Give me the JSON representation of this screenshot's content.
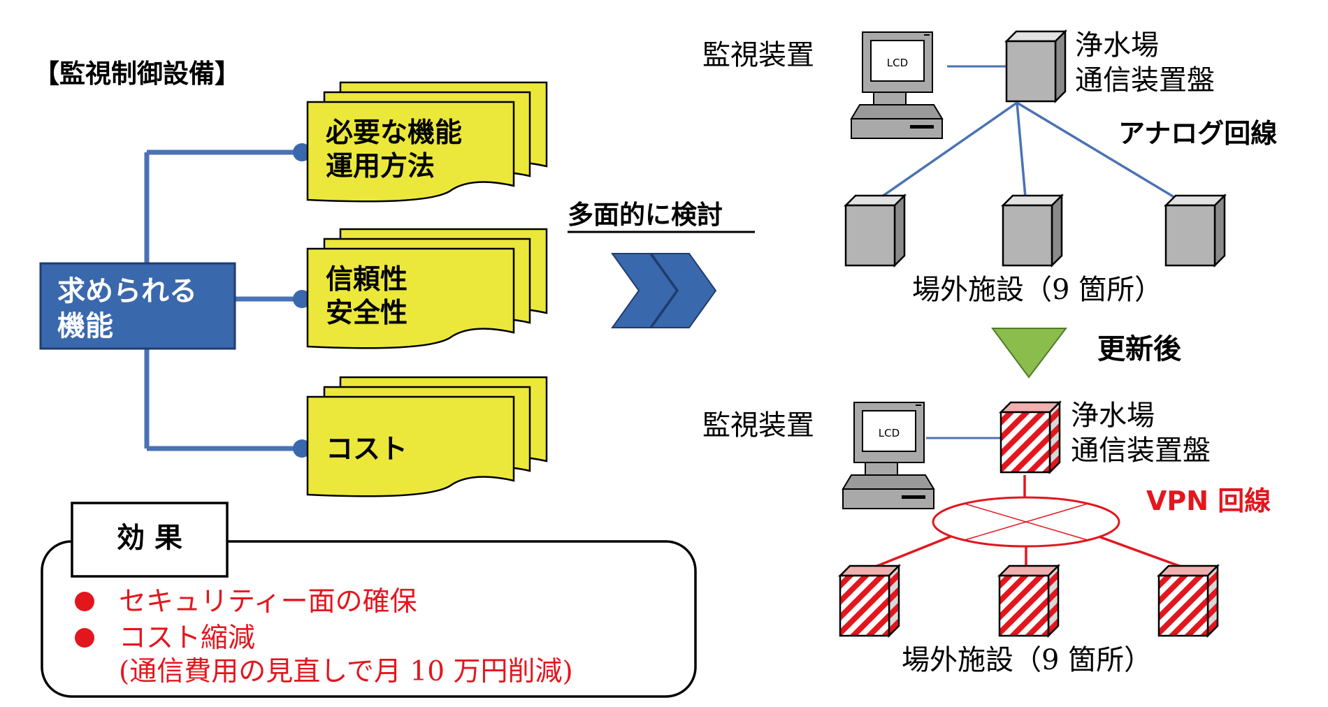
{
  "left": {
    "section_title": "【監視制御設備】",
    "core_box": {
      "line1": "求められる",
      "line2": "機能"
    },
    "requirements": [
      {
        "line1": "必要な機能",
        "line2": "運用方法"
      },
      {
        "line1": "信頼性",
        "line2": "安全性"
      },
      {
        "line1": "コスト",
        "line2": ""
      }
    ],
    "effects": {
      "title": "効 果",
      "items": [
        {
          "text": "セキュリティー面の確保",
          "sub": ""
        },
        {
          "text": "コスト縮減",
          "sub": "(通信費用の見直しで月 10 万円削減)"
        }
      ]
    }
  },
  "middle": {
    "label": "多面的に検討"
  },
  "before": {
    "monitor_label": "監視装置",
    "screen_label": "LCD",
    "panel_label": {
      "line1": "浄水場",
      "line2": "通信装置盤"
    },
    "line_label": "アナログ回線",
    "sites_label": "場外施設（9 箇所）"
  },
  "transition_label": "更新後",
  "after": {
    "monitor_label": "監視装置",
    "screen_label": "LCD",
    "panel_label": {
      "line1": "浄水場",
      "line2": "通信装置盤"
    },
    "line_label": "VPN 回線",
    "sites_label": "場外施設（9 箇所）"
  },
  "colors": {
    "core_blue": "#3a68ad",
    "line_blue": "#4a72b4",
    "note_yellow": "#ece83b",
    "red": "#e3161e",
    "green": "#8bbd4c",
    "cube_gray": "#b4b4b4"
  }
}
